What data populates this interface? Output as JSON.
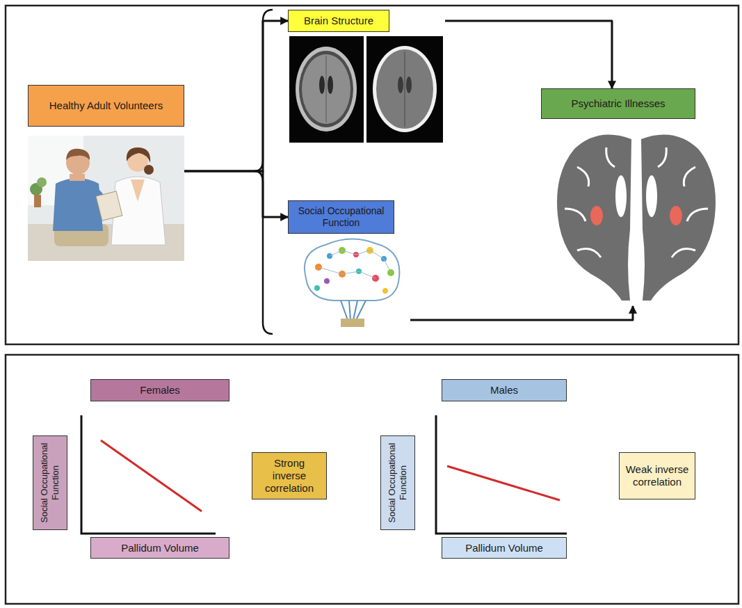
{
  "diagram": {
    "nodes": [
      {
        "text": [
          "Healthy Adult Volunteers"
        ]
      },
      {
        "text": [
          "Brain Structure"
        ]
      },
      {
        "text": [
          "Social Occupational Function"
        ]
      },
      {
        "text": [
          "Psychiatric Illnesses"
        ]
      },
      {
        "text": [
          "Females"
        ]
      },
      {
        "text": [
          "Social Occupational Function"
        ]
      },
      {
        "text": [
          "Pallidum Volume"
        ]
      },
      {
        "text": [
          "Strong inverse correlation"
        ]
      },
      {
        "text": [
          "Males"
        ]
      },
      {
        "text": [
          "Social Occupational Function"
        ]
      },
      {
        "text": [
          "Pallidum Volume"
        ]
      },
      {
        "text": [
          "Weak inverse correlation"
        ]
      }
    ],
    "edges": [
      {
        "from": 0,
        "to": 1,
        "arrow": "to"
      },
      {
        "from": 0,
        "to": 2,
        "arrow": "to"
      },
      {
        "from": 1,
        "to": 3,
        "arrow": "to"
      },
      {
        "from": 2,
        "to": 3,
        "arrow": "to"
      }
    ]
  }
}
